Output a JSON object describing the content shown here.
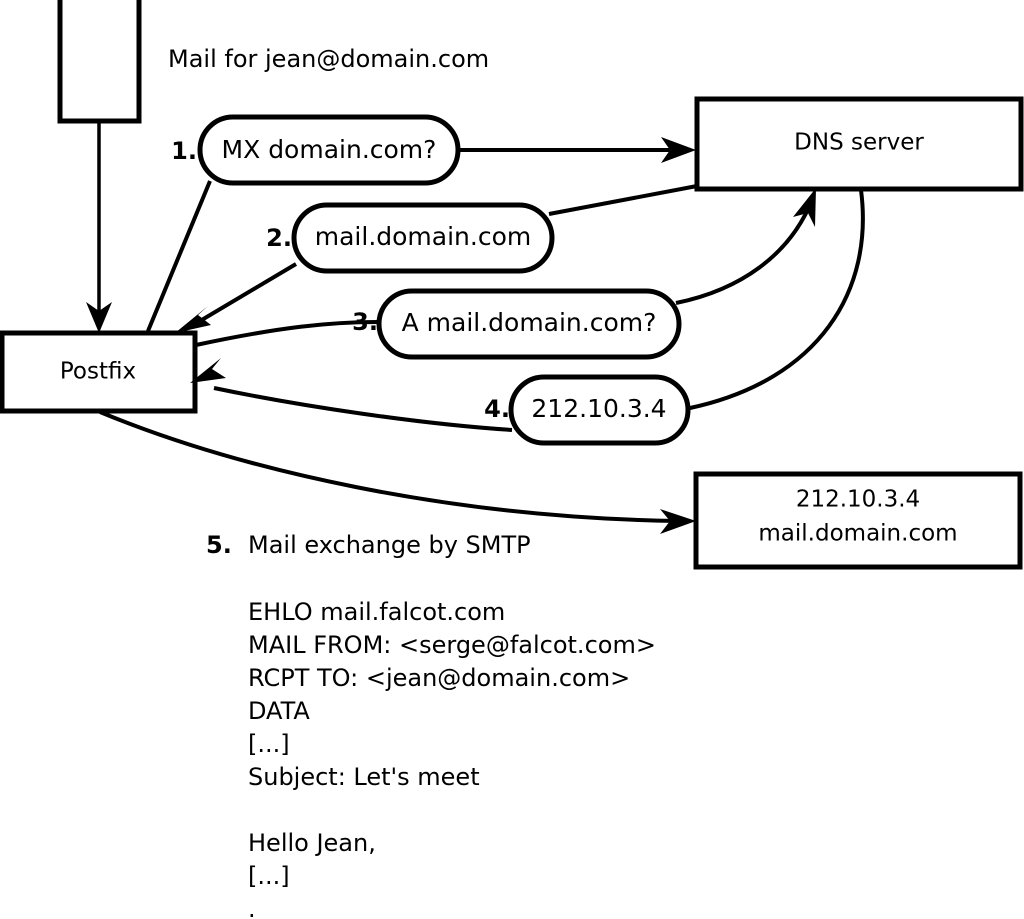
{
  "diagram": {
    "title_caption": "Mail for jean@domain.com",
    "nodes": [
      {
        "id": "sender-client",
        "label": ""
      },
      {
        "id": "postfix",
        "label": "Postfix"
      },
      {
        "id": "dns-server",
        "label": "DNS server"
      },
      {
        "id": "remote-mx",
        "label_line1": "212.10.3.4",
        "label_line2": "mail.domain.com"
      }
    ],
    "steps": [
      {
        "num": "1.",
        "message": "MX domain.com?"
      },
      {
        "num": "2.",
        "message": "mail.domain.com"
      },
      {
        "num": "3.",
        "message": "A mail.domain.com?"
      },
      {
        "num": "4.",
        "message": "212.10.3.4"
      }
    ],
    "step5": {
      "num": "5.",
      "label": "Mail exchange by SMTP"
    },
    "smtp_transcript": [
      "EHLO mail.falcot.com",
      "MAIL FROM: <serge@falcot.com>",
      "RCPT TO: <jean@domain.com>",
      "DATA",
      "[...]",
      "Subject: Let's meet",
      "",
      "Hello Jean,",
      "[...]",
      "."
    ],
    "colors": {
      "stroke": "#000000",
      "fill": "#ffffff",
      "background": "#ffffff"
    }
  }
}
